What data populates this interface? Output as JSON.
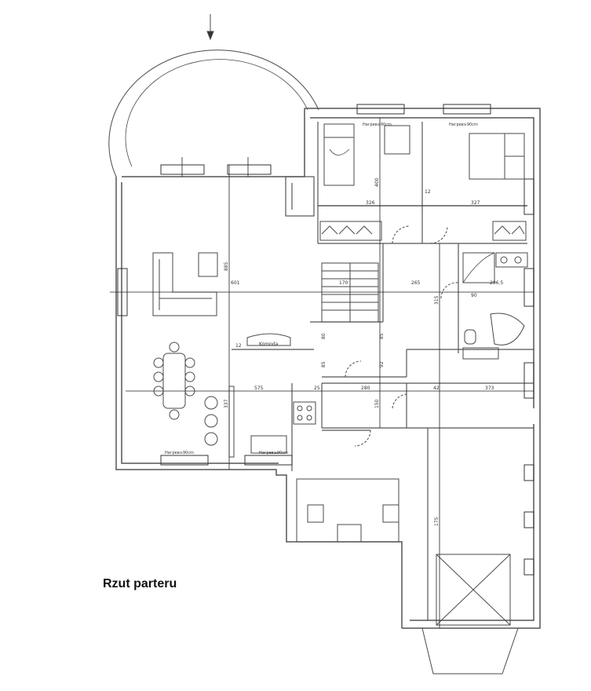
{
  "title": "Rzut parteru",
  "dimensions": {
    "d326": "326",
    "d327": "327",
    "d400": "400",
    "d12a": "12",
    "d601": "601",
    "d265": "265",
    "d2065": "206.5",
    "d885": "885",
    "d575": "575",
    "d25": "25",
    "d280": "280",
    "d42": "42",
    "d373": "373",
    "d337": "337",
    "d150": "150",
    "d175": "175",
    "d315": "315",
    "d80": "80",
    "d85a": "85",
    "d85b": "85",
    "d92": "92",
    "d12b": "12",
    "d90": "90",
    "d170": "170"
  },
  "labels": {
    "komoda": "Komoda",
    "window_note_top_left": "Нагрев≥90cm",
    "window_note_top_right": "Нагрев≥90cm",
    "window_note_bottom_left": "Нагрев≥90cm",
    "window_note_bottom_mid": "Нагрев≥90cm"
  },
  "colors": {
    "line": "#3a3a3a",
    "wall": "#555555",
    "paper": "#ffffff"
  }
}
